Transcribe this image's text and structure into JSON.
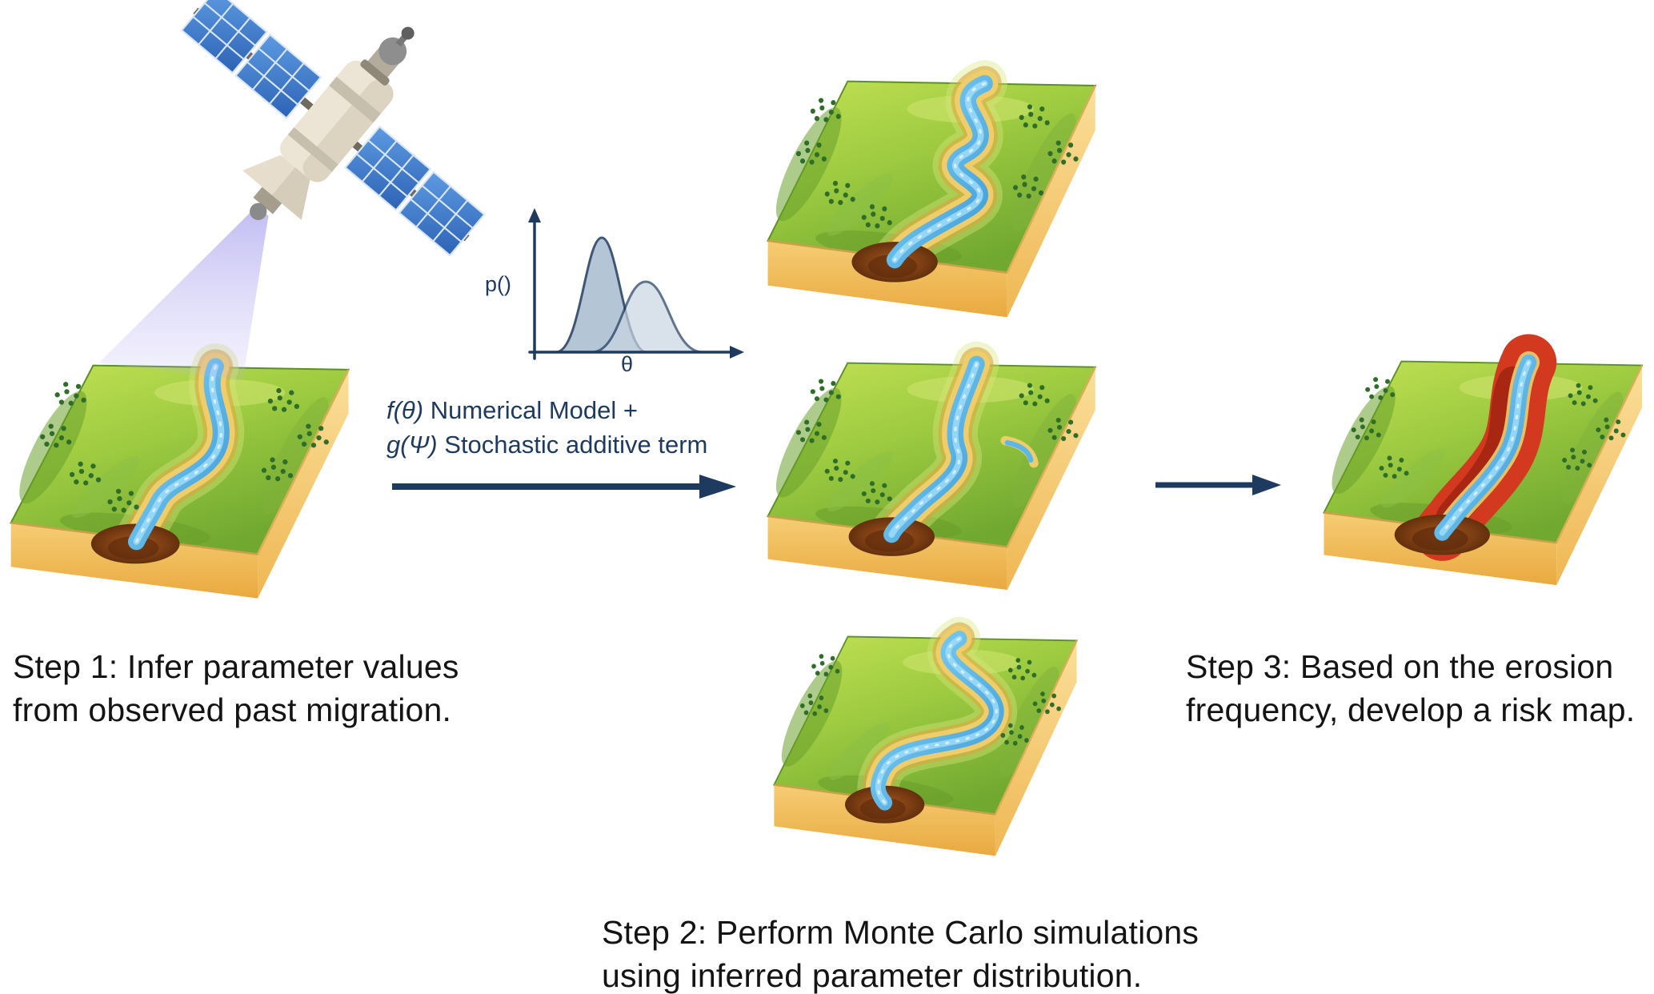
{
  "palette": {
    "navy": "#1e3a5f",
    "text": "#141414",
    "grass_light": "#c3e155",
    "grass_dark": "#70a830",
    "river_blue": "#3e9bd8",
    "sand": "#f0cd6b",
    "soil_brown": "#7a3c12",
    "risk_red": "#d2391f",
    "beam_lavender": "#a9a2ec",
    "panel_blue": "#3f7fd2"
  },
  "captions": {
    "step1": {
      "line1": "Step 1: Infer parameter values",
      "line2": "from observed past migration."
    },
    "step2": {
      "line1": "Step 2: Perform Monte Carlo simulations",
      "line2": "using inferred parameter distribution."
    },
    "step3": {
      "line1": "Step 3: Based on the erosion",
      "line2": "frequency, develop a risk map."
    }
  },
  "model_annotation": {
    "f_term": "f(θ)",
    "f_text": "Numerical Model +",
    "g_term": "g(Ψ)",
    "g_text": "Stochastic additive term"
  },
  "distribution_plot": {
    "ylabel": "p()",
    "xlabel": "θ"
  },
  "illustrations": {
    "satellite": "satellite-observing-terrain",
    "terrain_observed": "terrain-with-observed-river",
    "terrain_simulation_1": "terrain-monte-carlo-simulation-1",
    "terrain_simulation_2": "terrain-monte-carlo-simulation-2",
    "terrain_simulation_3": "terrain-monte-carlo-simulation-3",
    "terrain_risk_map": "terrain-erosion-risk-map"
  }
}
